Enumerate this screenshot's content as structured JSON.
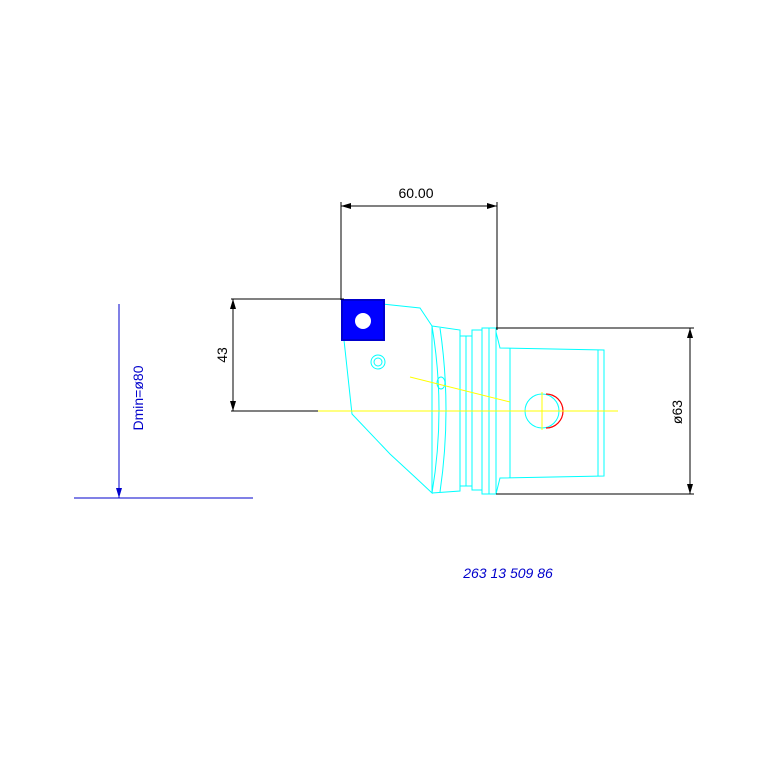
{
  "dimensions": {
    "length": "60.00",
    "height": "43",
    "diameter": "ø63",
    "dmin": "Dmin=ø80"
  },
  "part_number": "263 13 509 86",
  "colors": {
    "background": "#ffffff",
    "tool_outline": "#00ffff",
    "dimension": "#000000",
    "insert": "#0000ff",
    "centerline": "#ffff00",
    "label": "#0000cc",
    "arc": "#ff0000"
  }
}
